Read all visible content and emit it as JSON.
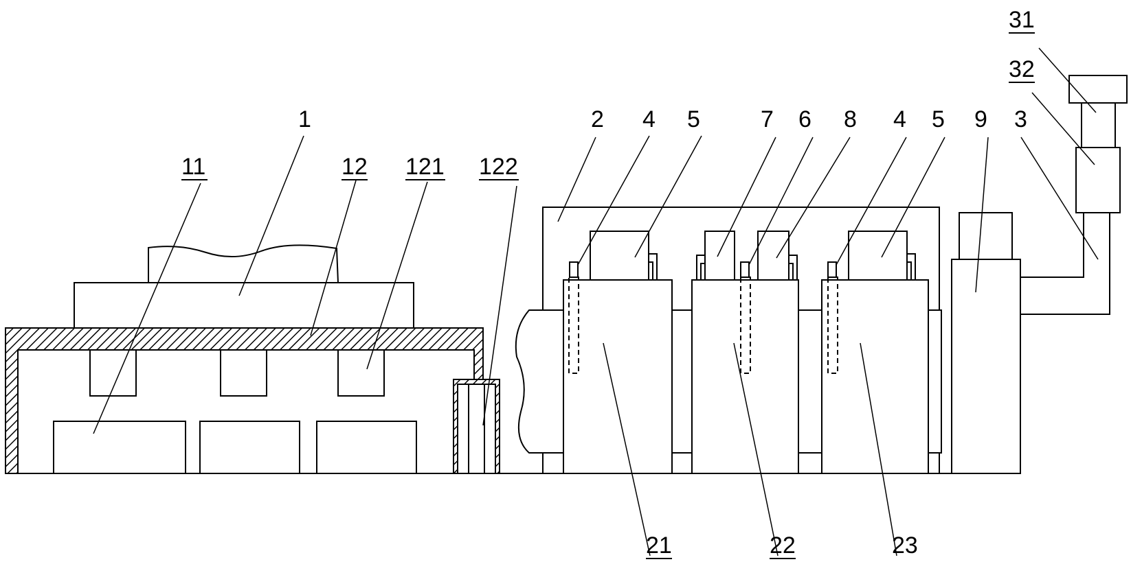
{
  "colors": {
    "stroke": "#000000",
    "background": "#ffffff",
    "hatch": "#000000"
  },
  "labels": {
    "l1": "1",
    "l11": "11",
    "l12": "12",
    "l121": "121",
    "l122": "122",
    "l2": "2",
    "l4a": "4",
    "l5a": "5",
    "l7": "7",
    "l6": "6",
    "l8": "8",
    "l4b": "4",
    "l5b": "5",
    "l9": "9",
    "l3": "3",
    "l31": "31",
    "l32": "32",
    "l21": "21",
    "l22": "22",
    "l23": "23"
  }
}
